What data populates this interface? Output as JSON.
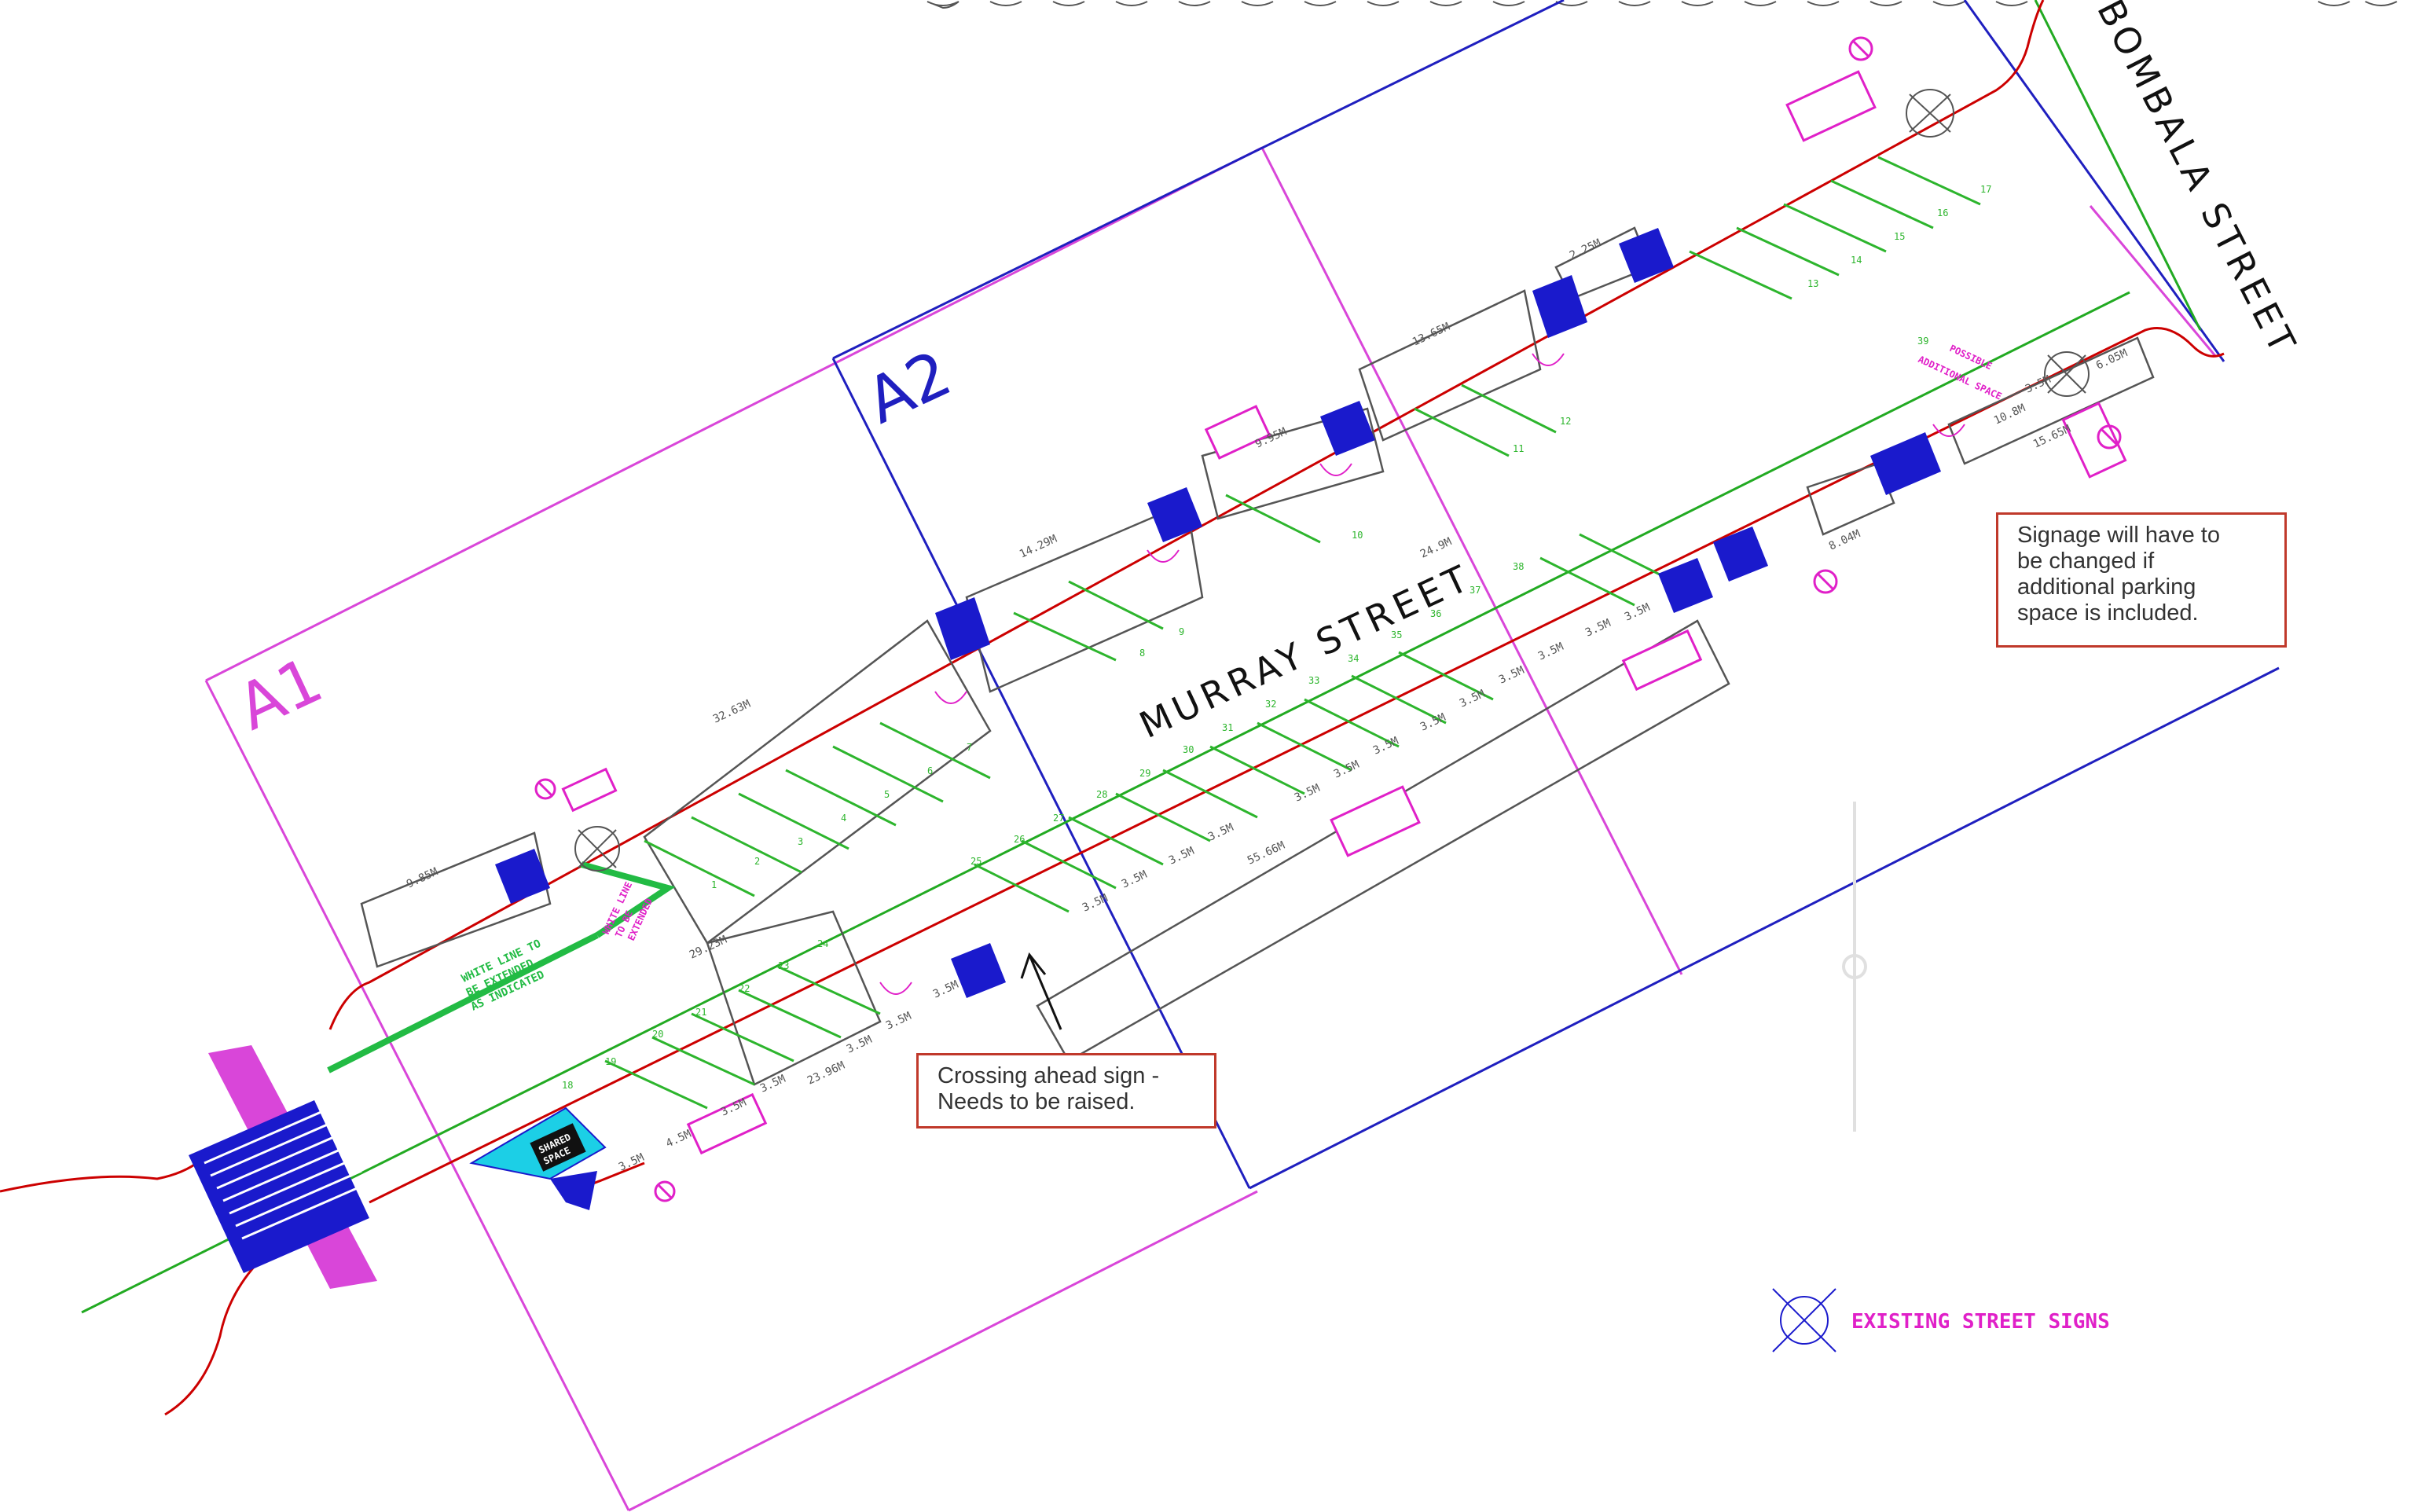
{
  "colors": {
    "zone_boundary": "#d946d9",
    "match_line": "#1f1fbf",
    "kerb": "#cc0000",
    "centre_line": "#22aa22",
    "parking_stripe": "#2db52d",
    "dimension": "#555555",
    "signage": "#e020c8",
    "blue_block": "#1a1acc",
    "cyan_zone": "#1ccfe6",
    "note_border": "#c0392b"
  },
  "zones": {
    "a1": "A1",
    "a2": "A2"
  },
  "streets": {
    "murray": "MURRAY STREET",
    "bombala": "BOMBALA STREET"
  },
  "legend": {
    "label": "EXISTING STREET SIGNS",
    "icon": "existing-street-sign-symbol"
  },
  "notes": {
    "signage": [
      "Signage will have to",
      "be changed if",
      "additional parking",
      "space is included."
    ],
    "crossing": [
      "Crossing ahead sign -",
      "Needs to be raised."
    ]
  },
  "annotations": {
    "white_line": [
      "WHITE LINE TO",
      "BE EXTENDED",
      "AS INDICATED"
    ],
    "white_line_short": [
      "WHITE LINE",
      "TO BE",
      "EXTENDED"
    ],
    "possible_space": [
      "POSSIBLE",
      "ADDITIONAL SPACE"
    ],
    "shared_space": [
      "SHARED",
      "SPACE"
    ]
  },
  "dimensions": {
    "north_side": [
      "9.85M",
      "32.63M",
      "14.29M",
      "9.95M",
      "13.65M",
      "2.25M"
    ],
    "south_side": [
      "29.23M",
      "23.96M",
      "4.5M",
      "3.5M",
      "55.66M",
      "24.9M",
      "8.04M",
      "10.8M",
      "15.65M",
      "6.05M"
    ],
    "bay_width": "3.5M"
  },
  "bay_numbers": {
    "north": [
      "1",
      "2",
      "3",
      "4",
      "5",
      "6",
      "7",
      "8",
      "9",
      "10",
      "11",
      "12",
      "13",
      "14",
      "15",
      "16",
      "17"
    ],
    "south": [
      "18",
      "19",
      "20",
      "21",
      "22",
      "23",
      "24",
      "25",
      "26",
      "27",
      "28",
      "29",
      "30",
      "31",
      "32",
      "33",
      "34",
      "35",
      "36",
      "37",
      "38",
      "39"
    ]
  }
}
